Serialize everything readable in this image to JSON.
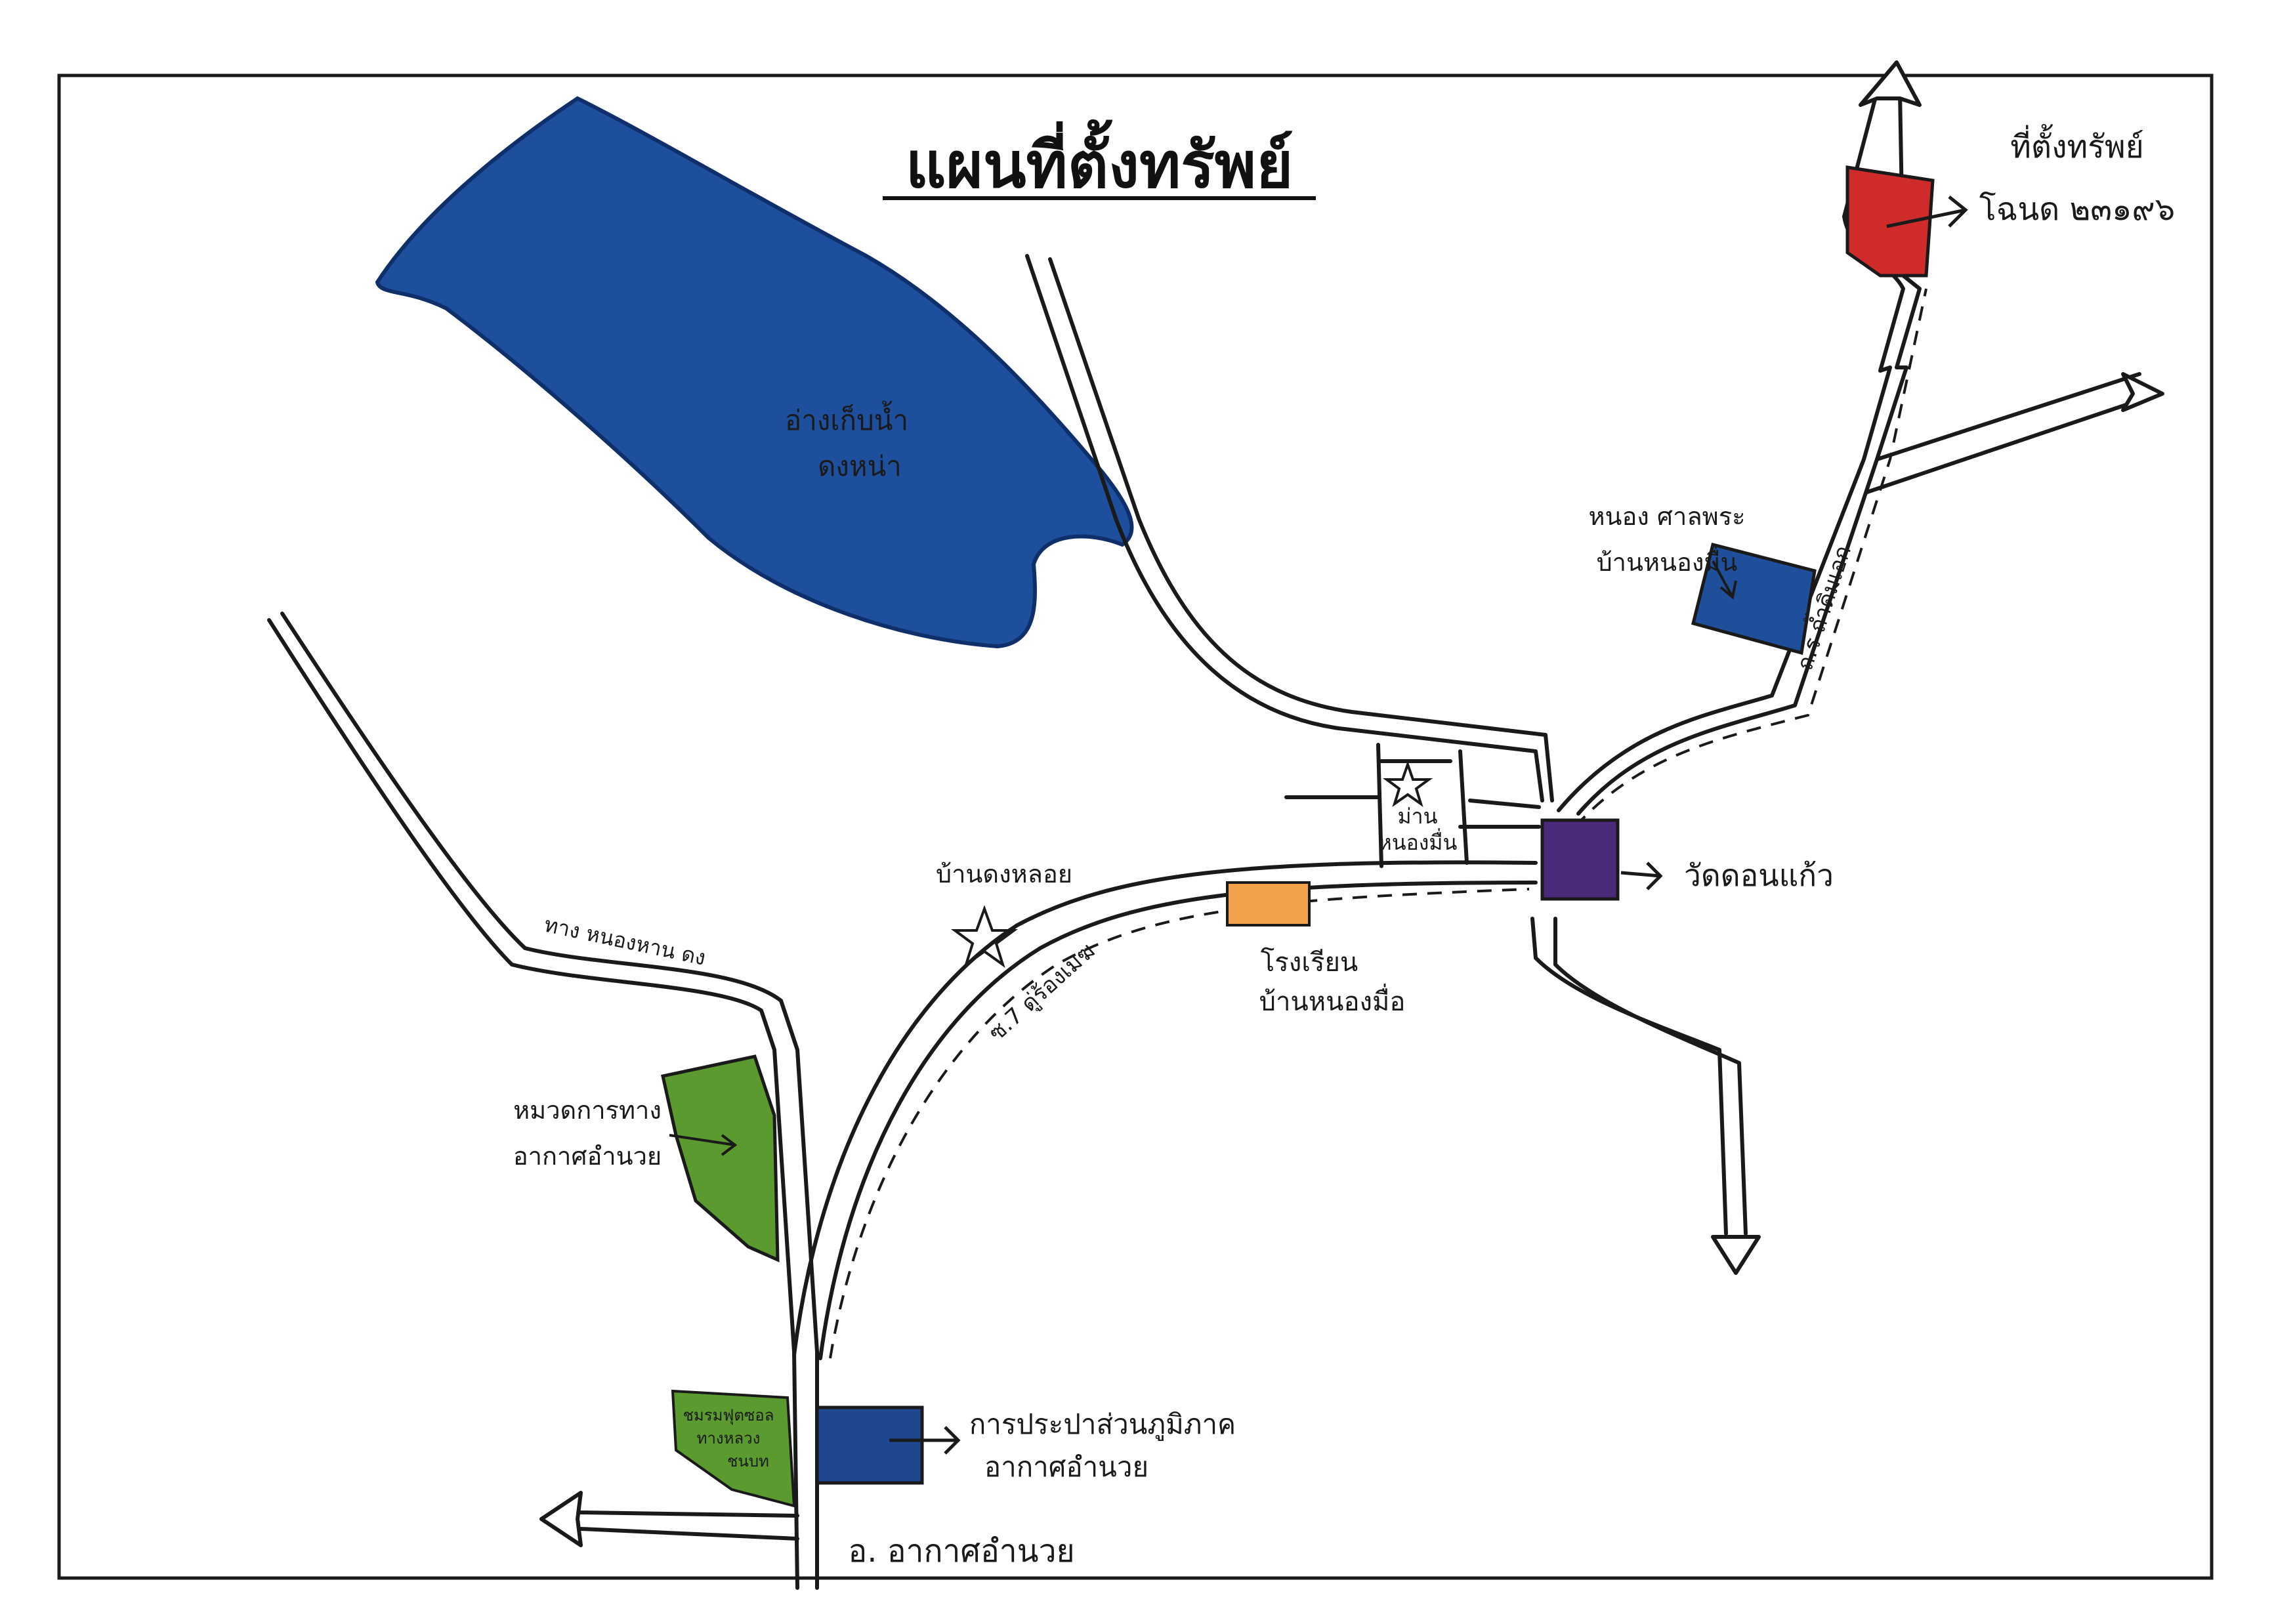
{
  "title": "แผนที่ตั้งทรัพย์",
  "colors": {
    "paper": "#ffffff",
    "ink": "#1a1a1a",
    "reservoir": "#1d4f9c",
    "subject_property": "#cf2b2b",
    "school": "#1f4f9a",
    "temple": "#4a2a7a",
    "hospital": "#f2a24a",
    "forest": "#5a9a2e",
    "weather_office": "#1e4790"
  },
  "labels": {
    "reservoir": [
      "อ่างเก็บน้ำ",
      "ดงหน่า"
    ],
    "subject_property": [
      "ที่ตั้งทรัพย์",
      "โฉนด ๒๓๑๙๖"
    ],
    "school": [
      "หนอง ศาลพระ",
      "บ้านหนองมื่น"
    ],
    "road_right": "ถ.ร ถ้ำดิมเอก",
    "village_office": [
      "ม่าน",
      "หนองมื่น"
    ],
    "temple": "วัดดอนแก้ว",
    "village_dong": "บ้านดงหลอย",
    "road_center": "ซ.7 ดู่ร้องเมฆ",
    "hospital": [
      "โรงเรียน",
      "บ้านหนองมื่อ"
    ],
    "road_left": "ทาง หนองหาน ดง",
    "forest": [
      "หมวดการทาง",
      "อากาศอำนวย"
    ],
    "weather_office": [
      "การประปาส่วนภูมิภาค",
      "อากาศอำนวย"
    ],
    "small_green": [
      "ชมรมฟุตซอล",
      "ทางหลวง",
      "ชนบท"
    ],
    "district": "อ. อากาศอำนวย"
  }
}
